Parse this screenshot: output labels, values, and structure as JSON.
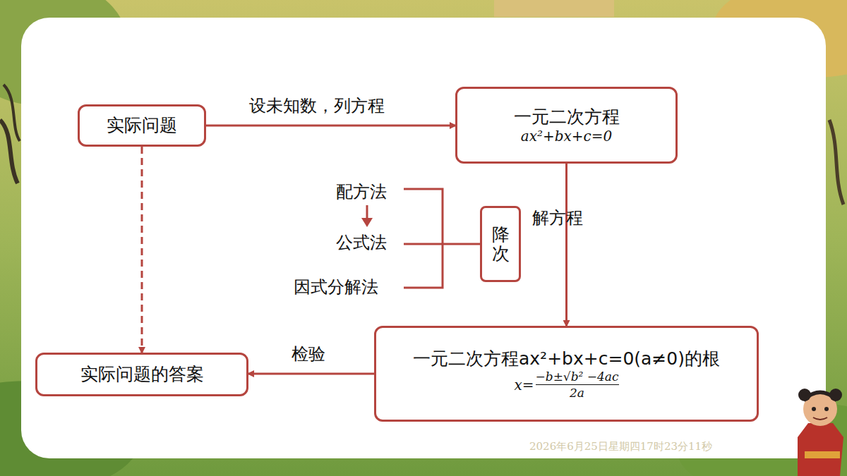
{
  "diagram": {
    "nodes": [
      {
        "text": [
          "实际问题"
        ]
      },
      {
        "text": [
          "一元二次方程",
          "ax²+bx+c=0"
        ]
      },
      {
        "text": [
          "降次"
        ]
      },
      {
        "text": [
          "一元二次方程ax²+bx+c=0(a≠0)的根",
          "x=",
          "−b±√b² −4ac",
          "2a"
        ]
      },
      {
        "text": [
          "实际问题的答案"
        ]
      }
    ],
    "edges": [
      {
        "from": 0,
        "to": 1,
        "arrow": "to",
        "label": "设未知数，列方程"
      },
      {
        "from": 1,
        "to": 3,
        "arrow": "to",
        "label": "解方程"
      },
      {
        "from": 3,
        "to": 4,
        "arrow": "to",
        "label": "检验"
      },
      {
        "from": 0,
        "to": 4,
        "arrow": "to"
      }
    ],
    "labels": [
      "配方法",
      "公式法",
      "因式分解法",
      "2026年6月25日星期四17时23分11秒"
    ]
  }
}
